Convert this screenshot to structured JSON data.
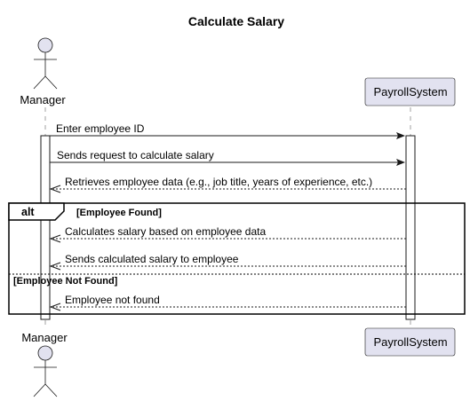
{
  "diagram": {
    "title": "Calculate Salary",
    "participants": {
      "manager": "Manager",
      "system": "PayrollSystem"
    },
    "messages": [
      "Enter employee ID",
      "Sends request to calculate salary",
      "Retrieves employee data (e.g., job title, years of experience, etc.)",
      "Calculates salary based on employee data",
      "Sends calculated salary to employee",
      "Employee not found"
    ],
    "fragment": {
      "operator": "alt",
      "guard_1": "[Employee Found]",
      "guard_2": "[Employee Not Found]"
    }
  }
}
